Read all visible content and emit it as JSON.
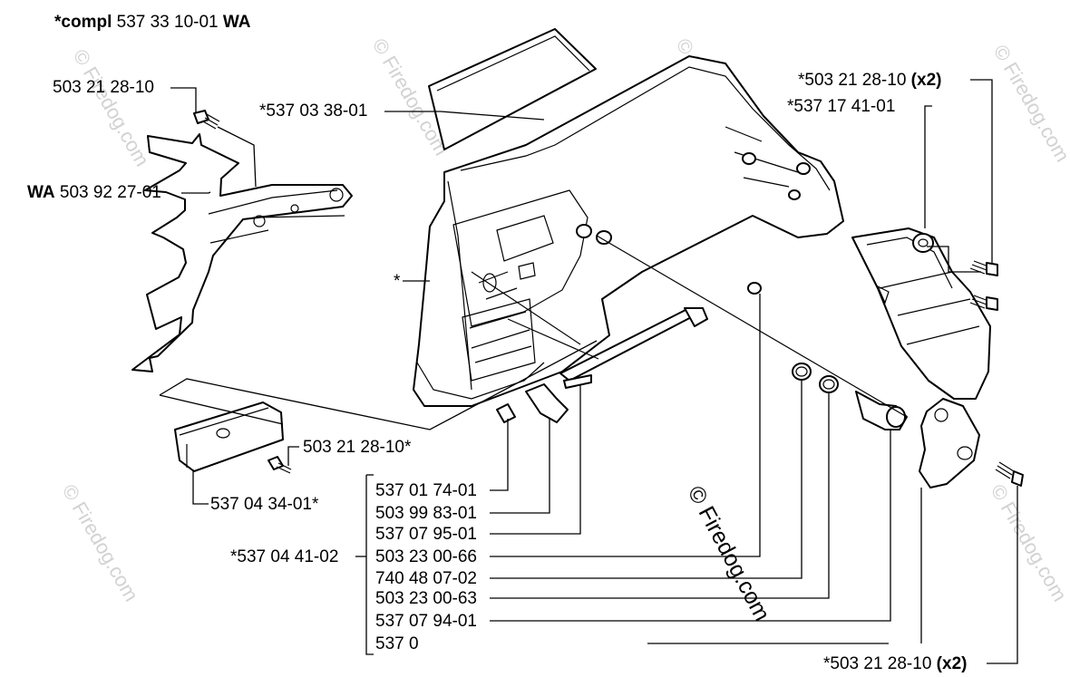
{
  "assembly": {
    "prefix": "*compl",
    "number": "537 33 10-01",
    "suffix": "WA"
  },
  "labels": {
    "screw_top_left": "503 21 28-10",
    "cover_plate": "*537 03 38-01",
    "bumper_spike_prefix": "WA",
    "bumper_spike_number": "503 92 27-01",
    "housing_star": "*",
    "screw_top_right_number": "*503 21 28-10",
    "screw_top_right_qty": "(x2)",
    "brake_lever": "*537 17 41-01",
    "guide_screw": "503 21 28-10*",
    "guide_plate": "537 04 34-01*",
    "group_kit": "*537 04 41-02",
    "screw_bottom_right_number": "*503 21 28-10",
    "screw_bottom_right_qty": "(x2)"
  },
  "kit_items": [
    "537 01 74-01",
    "503 99 83-01",
    "537 07 95-01",
    "503 23 00-66",
    "740 48 07-02",
    "503 23 00-63",
    "537 07 94-01",
    "537 0"
  ],
  "watermarks": {
    "main": "© Firedog.com",
    "faint": "© Firedog.com"
  }
}
